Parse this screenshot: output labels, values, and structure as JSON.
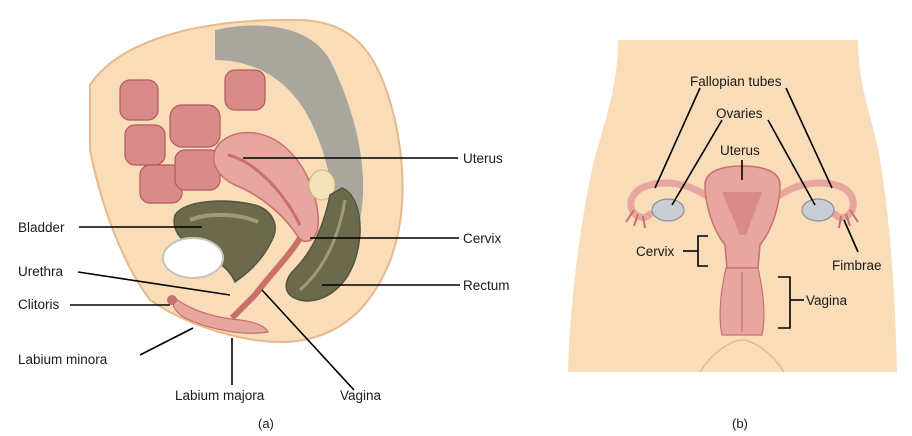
{
  "panel_a": {
    "caption": "(a)",
    "labels": {
      "uterus": "Uterus",
      "bladder": "Bladder",
      "cervix": "Cervix",
      "urethra": "Urethra",
      "rectum": "Rectum",
      "clitoris": "Clitoris",
      "labium_minora": "Labium minora",
      "labium_majora": "Labium majora",
      "vagina": "Vagina"
    }
  },
  "panel_b": {
    "caption": "(b)",
    "labels": {
      "fallopian_tubes": "Fallopian tubes",
      "ovaries": "Ovaries",
      "uterus": "Uterus",
      "cervix": "Cervix",
      "fimbrae": "Fimbrae",
      "vagina": "Vagina"
    }
  },
  "colors": {
    "skin": "#f9dcb8",
    "skin_edge": "#e8b98a",
    "pink": "#e8a6a0",
    "dark_pink": "#c9706b",
    "olive": "#6b6a4c",
    "olive_light": "#9d9b78",
    "grey": "#a9a69e",
    "bone_red": "#d98a8a"
  }
}
